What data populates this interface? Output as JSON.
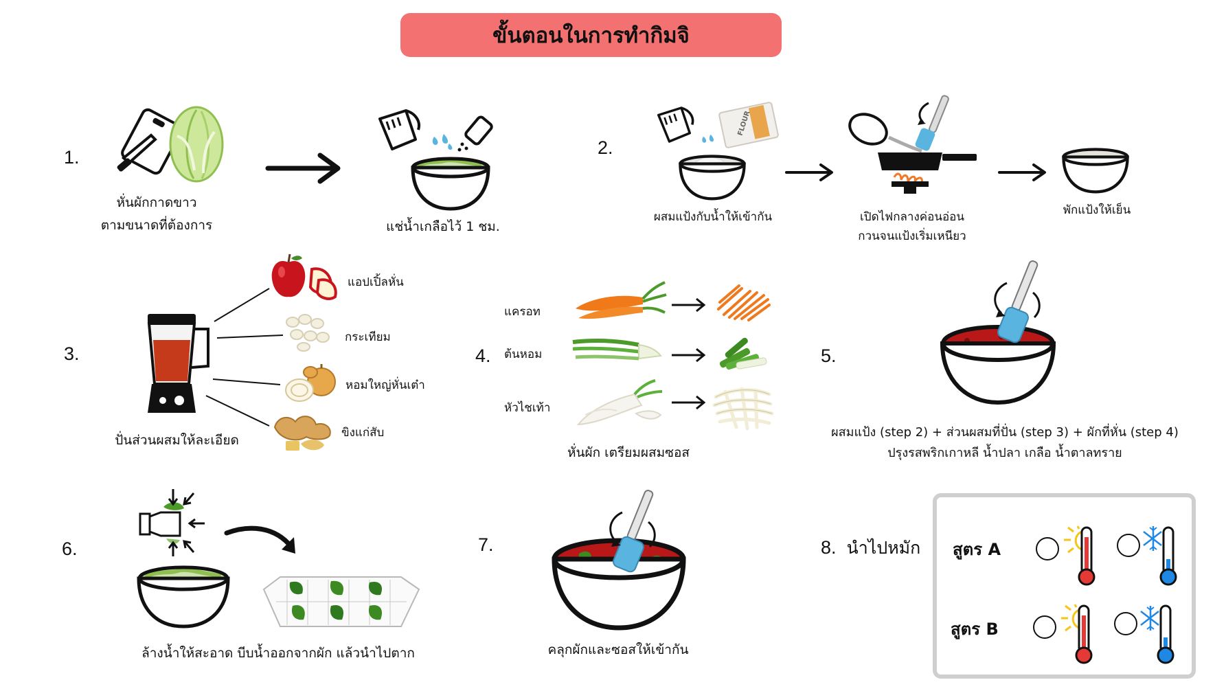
{
  "title": "ขั้นตอนในการทำกิมจิ",
  "steps": {
    "s1": {
      "number": "1.",
      "caption_line1": "หั่นผักกาดขาว",
      "caption_line2": "ตามขนาดที่ต้องการ",
      "soak_caption": "แช่น้ำเกลือไว้ 1 ชม."
    },
    "s2": {
      "number": "2.",
      "mix_caption": "ผสมแป้งกับน้ำให้เข้ากัน",
      "cook_caption_line1": "เปิดไฟกลางค่อนอ่อน",
      "cook_caption_line2": "กวนจนแป้งเริ่มเหนียว",
      "cool_caption": "พักแป้งให้เย็น",
      "flour_label": "FLOUR"
    },
    "s3": {
      "number": "3.",
      "caption": "ปั่นส่วนผสมให้ละเอียด",
      "ingredients": [
        "แอปเปิ้ลหั่น",
        "กระเทียม",
        "หอมใหญ่หั่นเต๋า",
        "ขิงแก่สับ"
      ]
    },
    "s4": {
      "number": "4.",
      "caption": "หั่นผัก เตรียมผสมซอส",
      "vegetables": [
        "แครอท",
        "ต้นหอม",
        "หัวไชเท้า"
      ]
    },
    "s5": {
      "number": "5.",
      "caption_line1": "ผสมแป้ง (step 2) + ส่วนผสมที่ปั่น (step 3) + ผักที่หั่น (step 4)",
      "caption_line2": "ปรุงรสพริกเกาหลี น้ำปลา เกลือ น้ำตาลทราย"
    },
    "s6": {
      "number": "6.",
      "caption": "ล้างน้ำให้สะอาด บีบน้ำออกจากผัก แล้วนำไปตาก"
    },
    "s7": {
      "number": "7.",
      "caption": "คลุกผักและซอสให้เข้ากัน"
    },
    "s8": {
      "number": "8.",
      "caption": "นำไปหมัก",
      "recipe_a": "สูตร A",
      "recipe_b": "สูตร B"
    }
  },
  "colors": {
    "title_bg": "#f47171",
    "sauce_red": "#c01818",
    "spatula_blue": "#5ab4e0",
    "thermo_hot": "#e53935",
    "thermo_cold": "#1e88e5",
    "sun": "#f5c518",
    "panel_border": "#cfcfcf"
  },
  "icons": [
    "knife-board-icon",
    "cabbage-icon",
    "arrow-icon",
    "measuring-cup-icon",
    "salt-shaker-icon",
    "bowl-icon",
    "flour-bag-icon",
    "stove-pan-icon",
    "blender-icon",
    "apple-icon",
    "garlic-icon",
    "onion-icon",
    "ginger-icon",
    "carrot-icon",
    "scallion-icon",
    "radish-icon",
    "spatula-icon",
    "squeeze-hand-icon",
    "drying-rack-icon",
    "sun-icon",
    "snowflake-icon",
    "thermometer-icon",
    "checkbox-circle-icon"
  ]
}
